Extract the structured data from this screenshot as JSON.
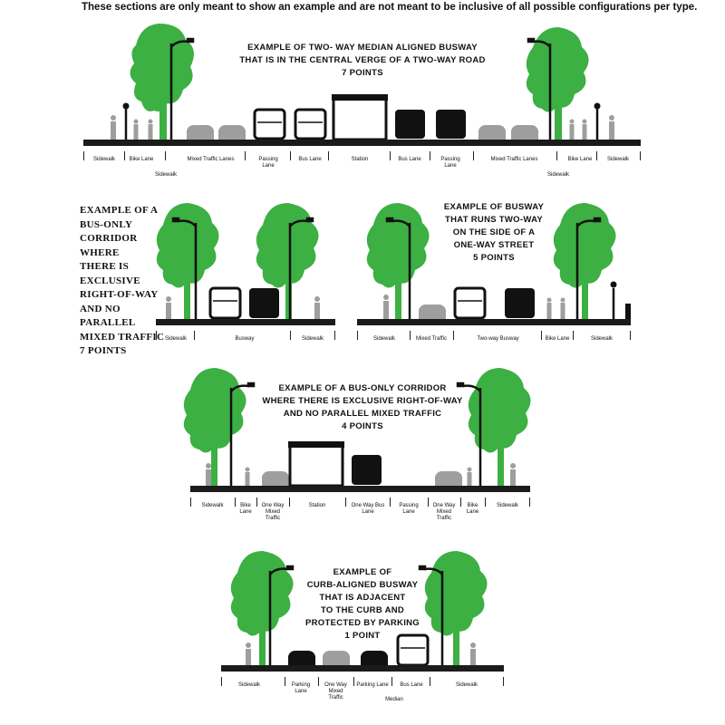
{
  "header": "These sections are only meant to show an example and are not meant to be inclusive of all possible configurations per type.",
  "colors": {
    "tree": "#3cb043",
    "road": "#1b1b1b",
    "bus": "#111111",
    "car": "#9e9e9e",
    "person": "#9e9e9e"
  },
  "sections": [
    {
      "title_lines": [
        "EXAMPLE OF TWO- WAY MEDIAN ALIGNED BUSWAY",
        "THAT IS IN THE CENTRAL VERGE  OF A TWO-WAY ROAD",
        "7 POINTS"
      ],
      "lanes": [
        "Sidewalk",
        "Bike Lane",
        "Sidewalk",
        "Mixed Traffic Lanes",
        "Passing Lane",
        "Bus Lane",
        "Station",
        "Bus Lane",
        "Passing Lane",
        "Mixed Traffic Lanes",
        "Sidewalk",
        "Bike Lane",
        "Sidewalk"
      ]
    },
    {
      "title_lines": [
        "EXAMPLE OF A",
        "BUS-ONLY",
        "CORRIDOR WHERE",
        "THERE IS",
        "EXCLUSIVE",
        "RIGHT-OF-WAY",
        "AND NO PARALLEL",
        "MIXED TRAFFIC",
        "7 POINTS"
      ],
      "lanes": [
        "Sidewalk",
        "Busway",
        "Sidewalk"
      ]
    },
    {
      "title_lines": [
        "EXAMPLE OF BUSWAY",
        "THAT RUNS TWO-WAY",
        "ON THE SIDE OF A",
        "ONE-WAY STREET",
        "5 POINTS"
      ],
      "lanes": [
        "Sidewalk",
        "Mixed Traffic",
        "Two-way Busway",
        "Bike Lane",
        "Sidewalk"
      ]
    },
    {
      "title_lines": [
        "EXAMPLE OF A BUS-ONLY CORRIDOR",
        "WHERE THERE IS EXCLUSIVE RIGHT-OF-WAY",
        "AND NO PARALLEL MIXED TRAFFIC",
        "4 POINTS"
      ],
      "lanes": [
        "Sidewalk",
        "Bike Lane",
        "One Way Mixed Traffic",
        "Station",
        "One Way Bus Lane",
        "Passing Lane",
        "One Way Mixed Traffic",
        "Bike Lane",
        "Sidewalk"
      ]
    },
    {
      "title_lines": [
        "EXAMPLE OF",
        "CURB-ALIGNED BUSWAY",
        "THAT IS ADJACENT",
        "TO THE CURB AND",
        "PROTECTED BY PARKING",
        "1 POINT"
      ],
      "lanes": [
        "Sidewalk",
        "Parking Lane",
        "One Way Mixed Traffic",
        "Parking Lane",
        "Bus Lane",
        "Median",
        "Sidewalk"
      ]
    }
  ]
}
